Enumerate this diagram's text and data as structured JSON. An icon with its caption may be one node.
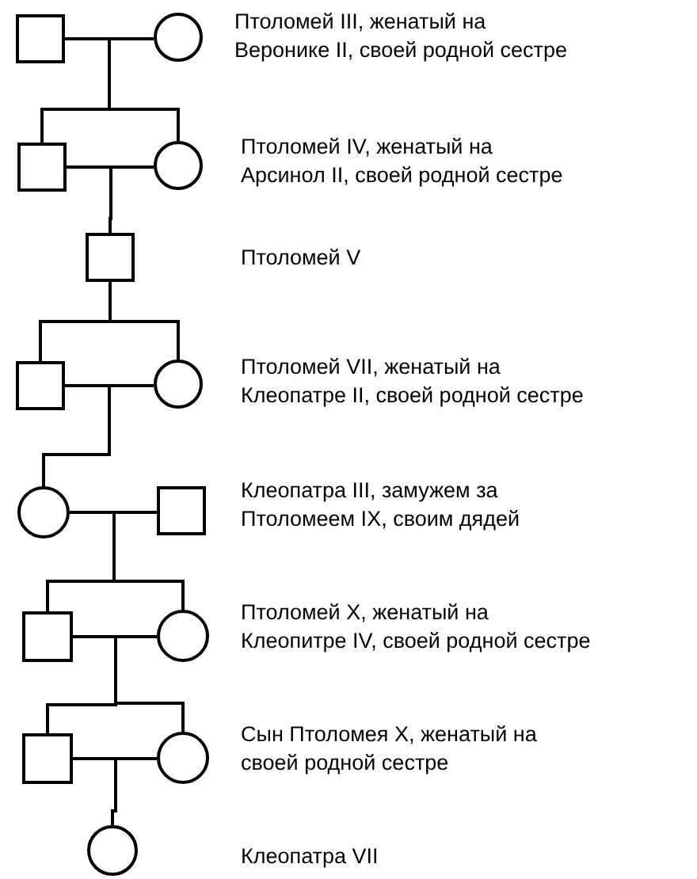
{
  "diagram": {
    "nodes": [
      {
        "text": [],
        "shape": "box"
      },
      {
        "text": [],
        "shape": "circle",
        "beside": [
          "Птоломей III, женатый на Веронике II, своей родной сестре"
        ]
      },
      {
        "text": [],
        "shape": "box"
      },
      {
        "text": [],
        "shape": "circle",
        "beside": [
          "Птоломей IV, женатый на Арсинол II, своей родной сестре"
        ]
      },
      {
        "text": [],
        "shape": "box"
      },
      {
        "text": [],
        "shape": "box"
      },
      {
        "text": [],
        "shape": "circle",
        "beside": [
          "Птоломей VII, женатый на Клеопатре II, своей родной сестре"
        ]
      },
      {
        "text": [],
        "shape": "circle"
      },
      {
        "text": [],
        "shape": "box",
        "beside": [
          "Клеопатра III, замужем за Птоломеем IX, своим дядей"
        ]
      },
      {
        "text": [],
        "shape": "box"
      },
      {
        "text": [],
        "shape": "circle",
        "beside": [
          "Птоломей X, женатый на Клеопитре IV, своей родной сестре"
        ]
      },
      {
        "text": [],
        "shape": "box"
      },
      {
        "text": [],
        "shape": "circle",
        "beside": [
          "Сын Птоломея X, женатый на своей родной сестре"
        ]
      },
      {
        "text": [],
        "shape": "circle"
      }
    ],
    "labels": [
      "Птоломей V",
      "Клеопатра VII"
    ],
    "edges": [
      {
        "from": 0,
        "to": 1,
        "arrow": "none"
      },
      {
        "from": 0,
        "to": 2,
        "arrow": "none"
      },
      {
        "from": 0,
        "to": 3,
        "arrow": "none"
      },
      {
        "from": 2,
        "to": 3,
        "arrow": "none"
      },
      {
        "from": 2,
        "to": 4,
        "arrow": "none"
      },
      {
        "from": 4,
        "to": 5,
        "arrow": "none"
      },
      {
        "from": 4,
        "to": 6,
        "arrow": "none"
      },
      {
        "from": 5,
        "to": 6,
        "arrow": "none"
      },
      {
        "from": 5,
        "to": 7,
        "arrow": "none"
      },
      {
        "from": 7,
        "to": 8,
        "arrow": "none"
      },
      {
        "from": 7,
        "to": 9,
        "arrow": "none"
      },
      {
        "from": 7,
        "to": 10,
        "arrow": "none"
      },
      {
        "from": 9,
        "to": 10,
        "arrow": "none"
      },
      {
        "from": 9,
        "to": 11,
        "arrow": "none"
      },
      {
        "from": 9,
        "to": 12,
        "arrow": "none"
      },
      {
        "from": 11,
        "to": 12,
        "arrow": "none"
      },
      {
        "from": 11,
        "to": 13,
        "arrow": "none"
      }
    ]
  }
}
